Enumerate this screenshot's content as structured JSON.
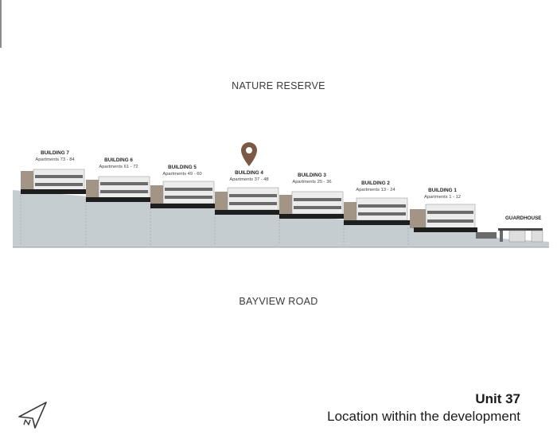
{
  "labels": {
    "north_label": "NATURE RESERVE",
    "south_label": "BAYVIEW ROAD",
    "guardhouse": "GUARDHOUSE"
  },
  "buildings": [
    {
      "name": "BUILDING 7",
      "apartments": "Apartments 73 - 84"
    },
    {
      "name": "BUILDING 6",
      "apartments": "Apartments 61 - 72"
    },
    {
      "name": "BUILDING 5",
      "apartments": "Apartments 49 - 60"
    },
    {
      "name": "BUILDING 4",
      "apartments": "Apartments 37 - 48"
    },
    {
      "name": "BUILDING 3",
      "apartments": "Apartments 25 - 36"
    },
    {
      "name": "BUILDING 2",
      "apartments": "Apartments 13 - 24"
    },
    {
      "name": "BUILDING 1",
      "apartments": "Apartments 1 - 12"
    }
  ],
  "footer": {
    "unit": "Unit 37",
    "caption": "Location within the development"
  },
  "colors": {
    "terrain": "#c5cdd1",
    "facade": "#e8e8e8",
    "accent_brown": "#a39586",
    "pin": "#7a5a45",
    "dark_band": "#1e1e1e"
  }
}
